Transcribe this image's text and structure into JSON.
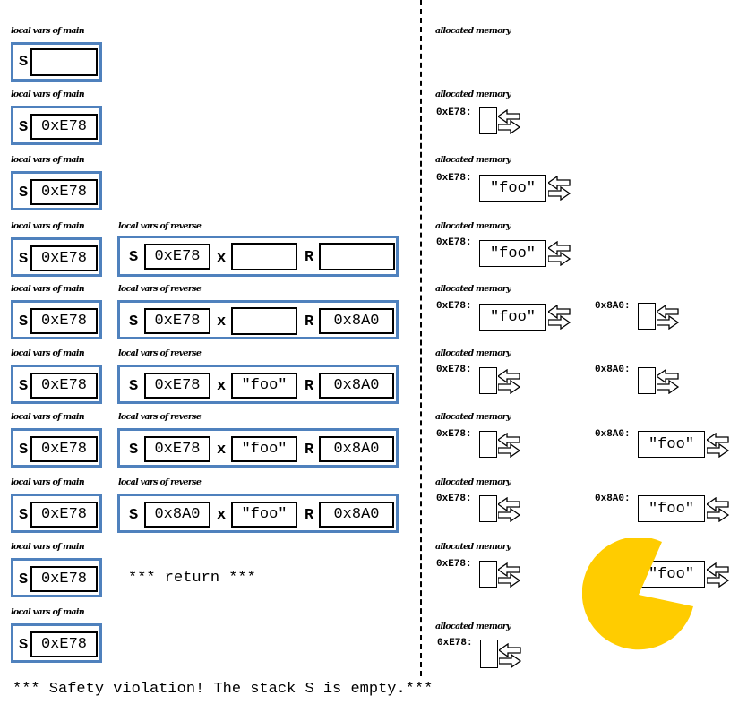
{
  "labels": {
    "main_header": "local vars of main",
    "reverse_header": "local vars of reverse",
    "alloc_header": "allocated memory"
  },
  "var_names": {
    "S": "S",
    "x": "x",
    "R": "R"
  },
  "addresses": {
    "a1": "0xE78:",
    "a2": "0x8A0:"
  },
  "rows": [
    {
      "main_S": "",
      "heap": [
        {
          "addr": "",
          "value": ""
        }
      ]
    },
    {
      "main_S": "0xE78",
      "heap": [
        {
          "addr": "0xE78:",
          "value": ""
        }
      ]
    },
    {
      "main_S": "0xE78",
      "heap": [
        {
          "addr": "0xE78:",
          "value": "\"foo\""
        }
      ]
    },
    {
      "main_S": "0xE78",
      "reverse": {
        "S": "0xE78",
        "x": "",
        "R": ""
      },
      "heap": [
        {
          "addr": "0xE78:",
          "value": "\"foo\""
        }
      ]
    },
    {
      "main_S": "0xE78",
      "reverse": {
        "S": "0xE78",
        "x": "",
        "R": "0x8A0"
      },
      "heap": [
        {
          "addr": "0xE78:",
          "value": "\"foo\""
        },
        {
          "addr": "0x8A0:",
          "value": ""
        }
      ]
    },
    {
      "main_S": "0xE78",
      "reverse": {
        "S": "0xE78",
        "x": "\"foo\"",
        "R": "0x8A0"
      },
      "heap": [
        {
          "addr": "0xE78:",
          "value": ""
        },
        {
          "addr": "0x8A0:",
          "value": ""
        }
      ]
    },
    {
      "main_S": "0xE78",
      "reverse": {
        "S": "0xE78",
        "x": "\"foo\"",
        "R": "0x8A0"
      },
      "heap": [
        {
          "addr": "0xE78:",
          "value": ""
        },
        {
          "addr": "0x8A0:",
          "value": "\"foo\""
        }
      ]
    },
    {
      "main_S": "0xE78",
      "reverse": {
        "S": "0x8A0",
        "x": "\"foo\"",
        "R": "0x8A0"
      },
      "heap": [
        {
          "addr": "0xE78:",
          "value": ""
        },
        {
          "addr": "0x8A0:",
          "value": "\"foo\""
        }
      ]
    },
    {
      "main_S": "0xE78",
      "heap": [
        {
          "addr": "0xE78:",
          "value": ""
        },
        {
          "addr": "",
          "value": "\"foo\""
        }
      ]
    },
    {
      "main_S": "0xE78",
      "heap": [
        {
          "addr": "0xE78:",
          "value": ""
        }
      ]
    }
  ],
  "return_text": "*** return ***",
  "footer_text": "*** Safety violation! The stack S is empty.***",
  "colors": {
    "frame": "#4f81bd",
    "pacman": "#ffcc00"
  }
}
